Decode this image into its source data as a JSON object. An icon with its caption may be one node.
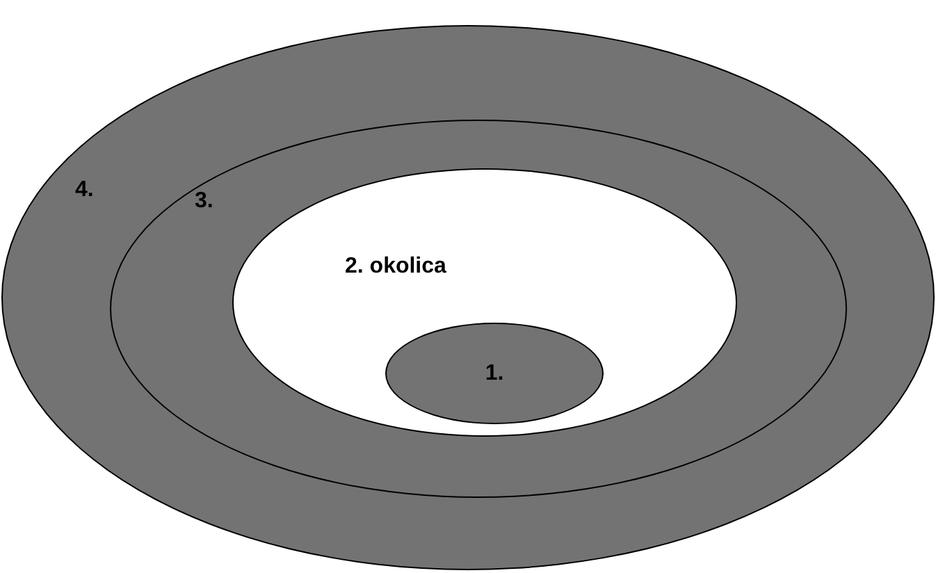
{
  "diagram": {
    "nodes": [
      {
        "text": [
          "4."
        ]
      },
      {
        "text": [
          "3."
        ],
        "in": 0
      },
      {
        "text": [
          "2. okolica"
        ],
        "in": 1
      },
      {
        "text": [
          "1."
        ],
        "in": 2
      }
    ]
  }
}
